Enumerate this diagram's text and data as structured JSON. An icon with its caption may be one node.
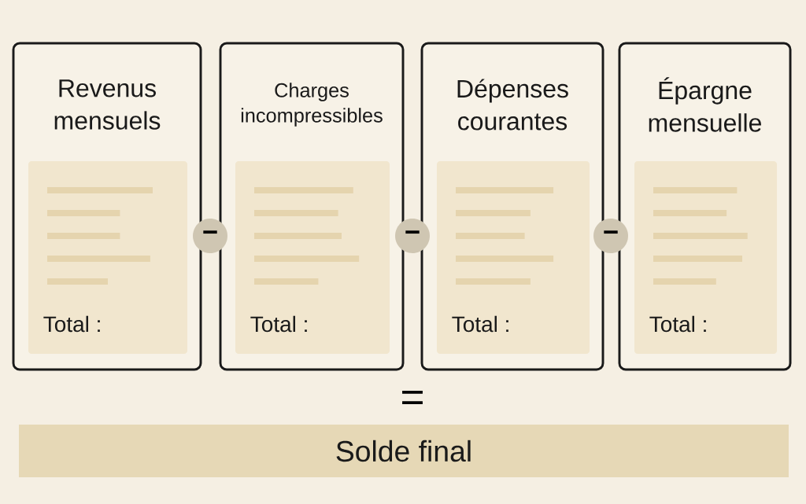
{
  "diagram": {
    "nodes": [
      {
        "text": [
          "Revenus mensuels"
        ]
      },
      {
        "text": [
          "Total :"
        ],
        "in": 0
      },
      {
        "text": [
          "−"
        ]
      },
      {
        "text": [
          "Charges incompressibles"
        ]
      },
      {
        "text": [
          "Total :"
        ],
        "in": 3
      },
      {
        "text": [
          "−"
        ]
      },
      {
        "text": [
          "Dépenses courantes"
        ]
      },
      {
        "text": [
          "Total :"
        ],
        "in": 6
      },
      {
        "text": [
          "−"
        ]
      },
      {
        "text": [
          "Épargne mensuelle"
        ]
      },
      {
        "text": [
          "Total :"
        ],
        "in": 9
      },
      {
        "text": [
          "Solde final"
        ]
      }
    ],
    "labels": [
      "="
    ]
  }
}
